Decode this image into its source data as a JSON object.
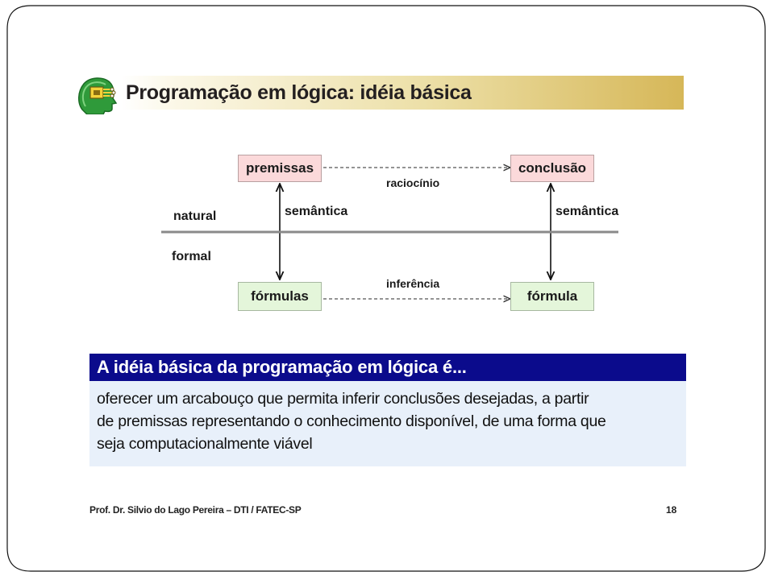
{
  "slide": {
    "title": "Programação em lógica: idéia básica"
  },
  "diagram": {
    "premissas": "premissas",
    "conclusao": "conclusão",
    "formulas": "fórmulas",
    "formula": "fórmula",
    "raciocinio": "raciocínio",
    "inferencia": "inferência",
    "semantica_left": "semântica",
    "semantica_right": "semântica",
    "natural": "natural",
    "formal": "formal"
  },
  "callout": {
    "heading": "A idéia básica da programação em lógica é...",
    "line1": "oferecer um arcabouço que permita inferir conclusões desejadas, a partir",
    "line2": "de premissas representando o conhecimento disponível, de uma forma que",
    "line3": "seja computacionalmente viável"
  },
  "footer": {
    "author": "Prof. Dr. Silvio do Lago Pereira  –  DTI / FATEC-SP",
    "page_number": "18"
  },
  "colors": {
    "callout_header": "#0b0b8c",
    "callout_body": "#e8f0fa",
    "box_pink": "#fbd9da",
    "box_green": "#e4f6da",
    "title_gradient_end": "#d6b758"
  }
}
